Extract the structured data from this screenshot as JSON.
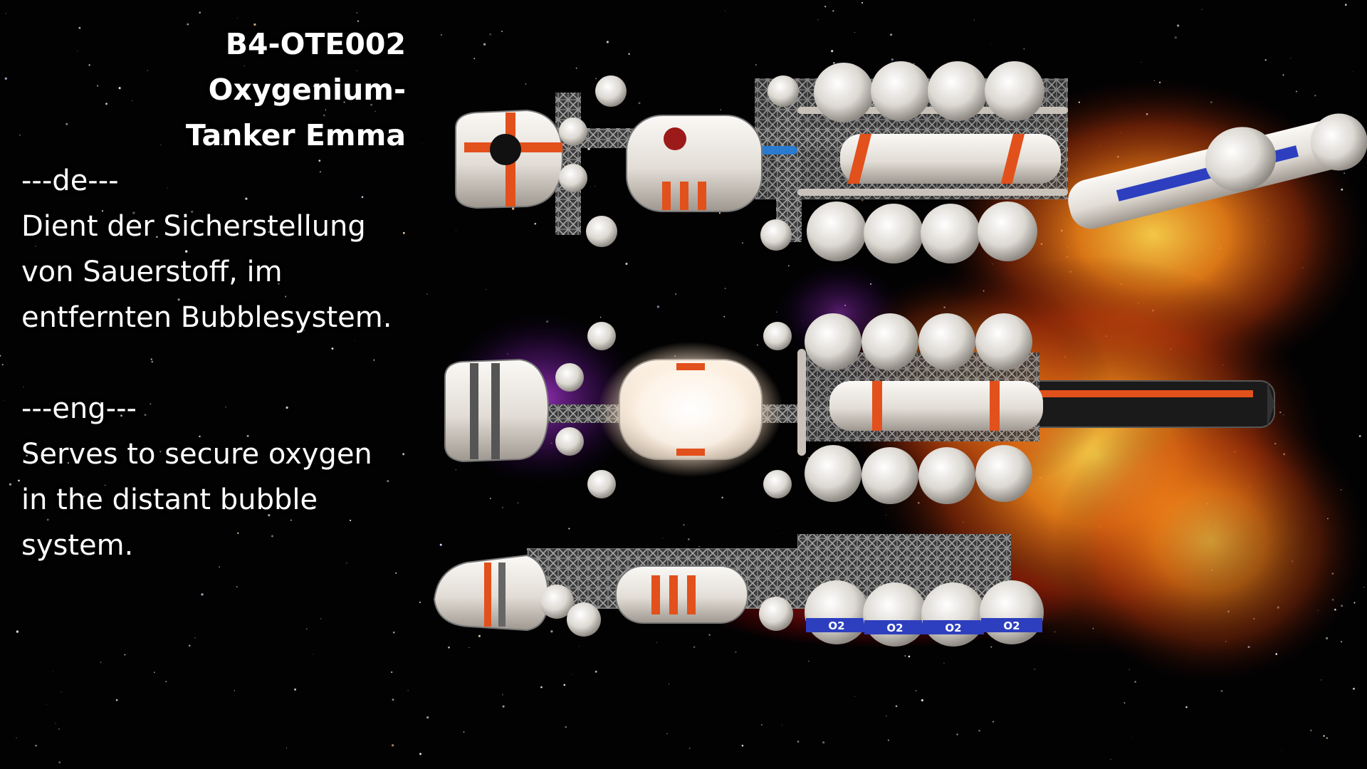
{
  "caption": {
    "title_line1": "B4-OTE002 Oxygenium-",
    "title_line2": "Tanker Emma",
    "de_marker": "---de---",
    "de_text": [
      "Dient der Sicherstellung",
      "von Sauerstoff, im",
      "entfernten Bubblesystem."
    ],
    "eng_marker": "---eng---",
    "eng_text": [
      "Serves to secure oxygen",
      "in the distant bubble",
      "system."
    ]
  },
  "tank_label": "O2",
  "colors": {
    "space": "#020203",
    "hull": "#e8e4df",
    "stripe": "#e2501c",
    "o2_band": "#2d3fbf",
    "truss": "#8a8a8a",
    "nebula_orange": "#ff7a14",
    "nebula_yellow": "#ffc21a",
    "nebula_purple": "#8a1fb8"
  }
}
